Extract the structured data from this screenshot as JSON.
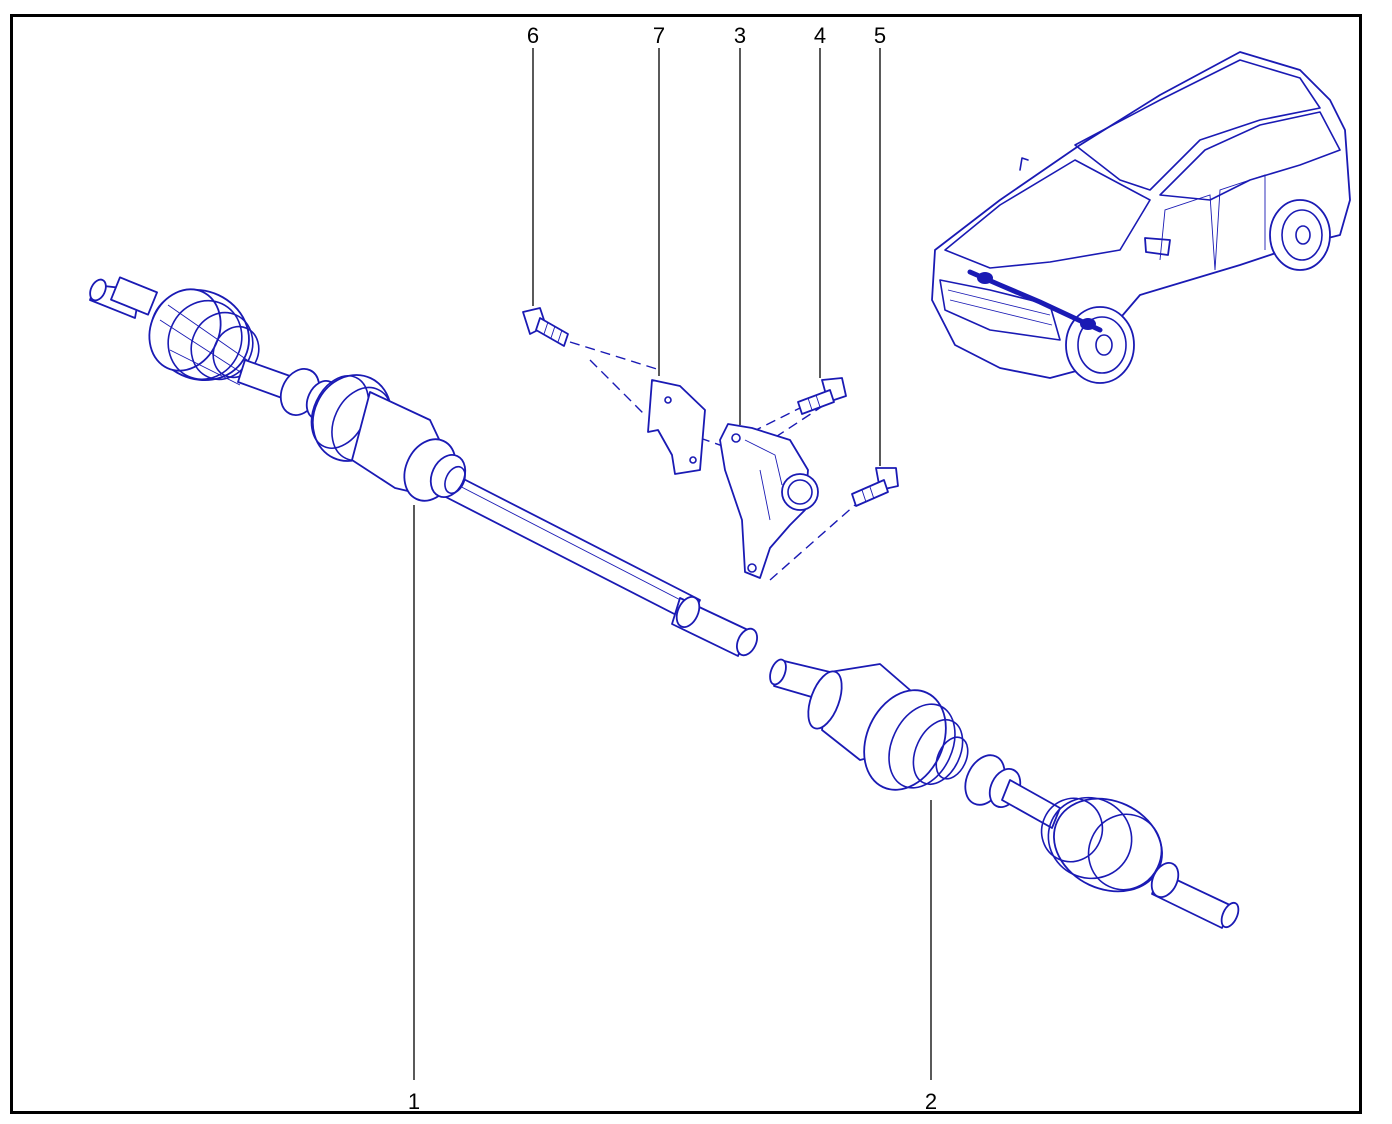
{
  "diagram": {
    "callouts": [
      {
        "id": "c1",
        "label": "1"
      },
      {
        "id": "c2",
        "label": "2"
      },
      {
        "id": "c3",
        "label": "3"
      },
      {
        "id": "c4",
        "label": "4"
      },
      {
        "id": "c5",
        "label": "5"
      },
      {
        "id": "c6",
        "label": "6"
      },
      {
        "id": "c7",
        "label": "7"
      }
    ],
    "colors": {
      "line_art": "#1a1ab4",
      "callout_text": "#000000",
      "frame": "#000000",
      "background": "#ffffff"
    },
    "parts_shown": [
      "left-driveshaft",
      "right-driveshaft",
      "intermediate-bearing-bracket",
      "bracket-bolt",
      "bracket-bolt",
      "bolt",
      "heat-shield",
      "vehicle-locator"
    ]
  }
}
